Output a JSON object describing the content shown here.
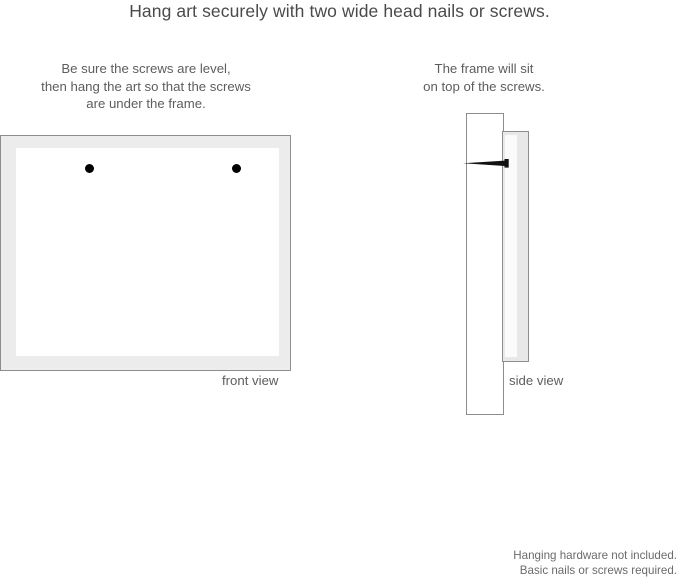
{
  "headline": "Hang art securely with two wide head nails or screws.",
  "captions": {
    "left": {
      "line1": "Be sure the screws are level,",
      "line2": "then hang the art so that the screws",
      "line3": "are under the frame."
    },
    "right": {
      "line1": "The frame will sit",
      "line2": "on top of the screws."
    }
  },
  "labels": {
    "front_view": "front view",
    "side_view": "side view"
  },
  "footer": {
    "line1": "Hanging hardware not included.",
    "line2": "Basic nails or screws required."
  },
  "diagram": {
    "front_view": {
      "screw_count": 2,
      "screw_positions": [
        "left",
        "right"
      ]
    },
    "side_view": {
      "parts": [
        "wall-plate",
        "frame-edge",
        "nail"
      ]
    }
  },
  "colors": {
    "background": "#ffffff",
    "text_heading": "#4a4a4a",
    "text_body": "#5d5d5d",
    "text_footer": "#6b6b6b",
    "frame_border": "#8d8d8d",
    "frame_mat": "#ececec",
    "frame_inner": "#ffffff",
    "frame_edge_fill": "#e8e8e8",
    "screw_dot": "#000000",
    "nail": "#111111"
  }
}
